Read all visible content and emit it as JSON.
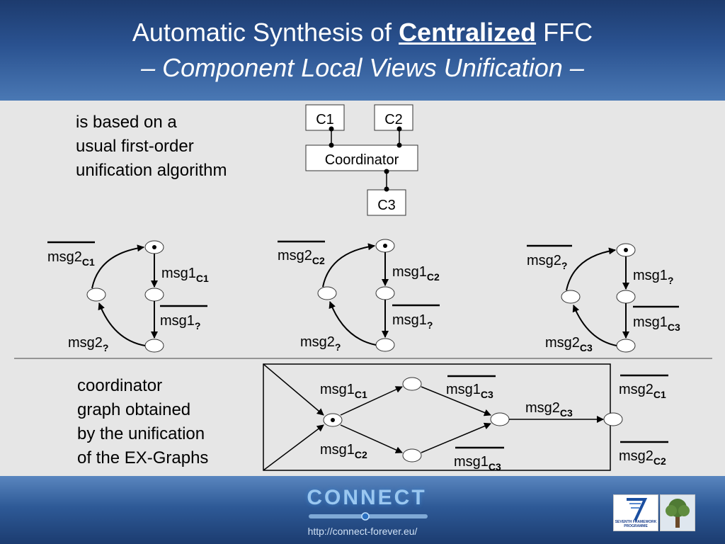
{
  "slide": {
    "title_prefix": "Automatic Synthesis of ",
    "title_emphasis": "Centralized",
    "title_suffix": " FFC",
    "subtitle": "– Component Local Views Unification –"
  },
  "left_note_top": [
    "is based on a",
    "usual first-order",
    "unification algorithm"
  ],
  "left_note_bottom": [
    "coordinator",
    "graph obtained",
    "by the unification",
    "of the EX-Graphs"
  ],
  "architecture": {
    "c1": "C1",
    "c2": "C2",
    "coordinator": "Coordinator",
    "c3": "C3"
  },
  "graph1": {
    "top_left": "msg2",
    "top_left_sub": "C1",
    "top_right": "msg1",
    "top_right_sub": "C1",
    "bottom_right": "msg1",
    "bottom_right_sub": "?",
    "bottom_left": "msg2",
    "bottom_left_sub": "?"
  },
  "graph2": {
    "top_left": "msg2",
    "top_left_sub": "C2",
    "top_right": "msg1",
    "top_right_sub": "C2",
    "bottom_right": "msg1",
    "bottom_right_sub": "?",
    "bottom_left": "msg2",
    "bottom_left_sub": "?"
  },
  "graph3": {
    "top_left": "msg2",
    "top_left_sub": "?",
    "top_right": "msg1",
    "top_right_sub": "?",
    "bottom_right": "msg1",
    "bottom_right_sub": "C3",
    "bottom_left": "msg2",
    "bottom_left_sub": "C3"
  },
  "coordinator_graph": {
    "upper_in": "msg1",
    "upper_in_sub": "C1",
    "lower_in": "msg1",
    "lower_in_sub": "C2",
    "upper_mid": "msg1",
    "upper_mid_sub": "C3",
    "lower_mid": "msg1",
    "lower_mid_sub": "C3",
    "to_end": "msg2",
    "to_end_sub": "C3",
    "out_top": "msg2",
    "out_top_sub": "C1",
    "out_bottom": "msg2",
    "out_bottom_sub": "C2"
  },
  "footer": {
    "logo_text": "CONNECT",
    "url": "http://connect-forever.eu/",
    "fp_text": "SEVENTH FRAMEWORK PROGRAMME"
  },
  "colors": {
    "header_top": "#1d3b6e",
    "header_bottom": "#4a78b4",
    "content_bg": "#e6e6e6",
    "footer_mid": "#2e5a97"
  }
}
